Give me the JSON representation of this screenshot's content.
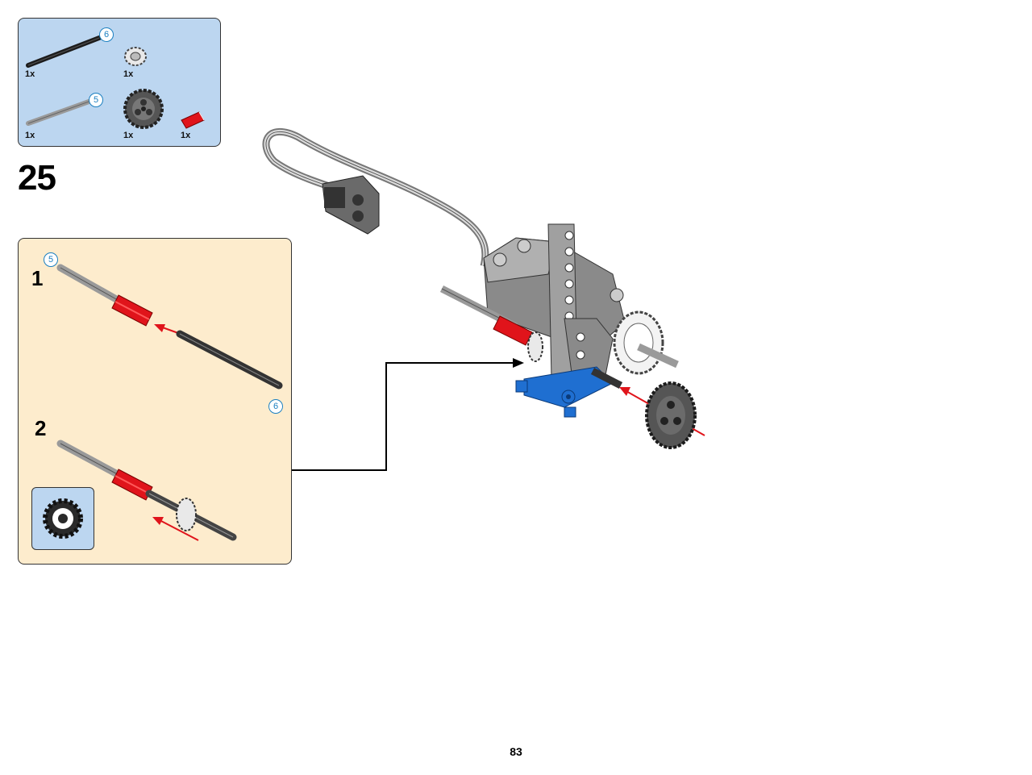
{
  "parts_list": {
    "items": [
      {
        "name": "black-axle",
        "qty": "1x",
        "length": "6"
      },
      {
        "name": "small-gear",
        "qty": "1x"
      },
      {
        "name": "grey-axle",
        "qty": "1x",
        "length": "5"
      },
      {
        "name": "gear-24-tooth",
        "qty": "1x"
      },
      {
        "name": "red-connector",
        "qty": "1x"
      }
    ]
  },
  "step": {
    "number": "25"
  },
  "substeps": [
    {
      "number": "1",
      "axle_length_a": "5",
      "axle_length_b": "6"
    },
    {
      "number": "2"
    }
  ],
  "page": {
    "number": "83"
  },
  "colors": {
    "parts_bg": "#bcd6f0",
    "substep_bg": "#fdeccd",
    "axle_red": "#e0141b",
    "beam_blue": "#1f6fd1",
    "arrow_red": "#e0141b"
  }
}
